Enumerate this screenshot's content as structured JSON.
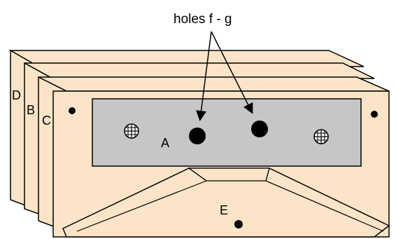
{
  "title": "holes f - g",
  "labels": {
    "a": "A",
    "b": "B",
    "c": "C",
    "d": "D",
    "e": "E"
  },
  "colors": {
    "panel_fill": "#fce4c8",
    "plate_fill": "#c6c6c6",
    "stroke": "#000000"
  }
}
